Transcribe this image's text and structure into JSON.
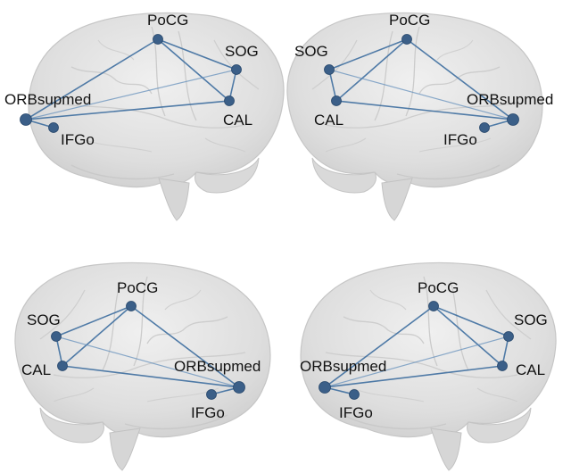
{
  "panels": [
    {
      "view": "left-lateral",
      "nodes": [
        {
          "id": "PoCG",
          "label": "PoCG"
        },
        {
          "id": "SOG",
          "label": "SOG"
        },
        {
          "id": "CAL",
          "label": "CAL"
        },
        {
          "id": "ORBsupmed",
          "label": "ORBsupmed"
        },
        {
          "id": "IFGo",
          "label": "IFGo"
        }
      ]
    },
    {
      "view": "right-lateral",
      "nodes": [
        {
          "id": "PoCG",
          "label": "PoCG"
        },
        {
          "id": "SOG",
          "label": "SOG"
        },
        {
          "id": "CAL",
          "label": "CAL"
        },
        {
          "id": "ORBsupmed",
          "label": "ORBsupmed"
        },
        {
          "id": "IFGo",
          "label": "IFGo"
        }
      ]
    },
    {
      "view": "right-medial",
      "nodes": [
        {
          "id": "PoCG",
          "label": "PoCG"
        },
        {
          "id": "SOG",
          "label": "SOG"
        },
        {
          "id": "CAL",
          "label": "CAL"
        },
        {
          "id": "ORBsupmed",
          "label": "ORBsupmed"
        },
        {
          "id": "IFGo",
          "label": "IFGo"
        }
      ]
    },
    {
      "view": "left-medial",
      "nodes": [
        {
          "id": "PoCG",
          "label": "PoCG"
        },
        {
          "id": "SOG",
          "label": "SOG"
        },
        {
          "id": "CAL",
          "label": "CAL"
        },
        {
          "id": "ORBsupmed",
          "label": "ORBsupmed"
        },
        {
          "id": "IFGo",
          "label": "IFGo"
        }
      ]
    }
  ],
  "edges": [
    [
      "PoCG",
      "SOG"
    ],
    [
      "PoCG",
      "CAL"
    ],
    [
      "PoCG",
      "ORBsupmed"
    ],
    [
      "SOG",
      "CAL"
    ],
    [
      "SOG",
      "ORBsupmed"
    ],
    [
      "CAL",
      "ORBsupmed"
    ],
    [
      "ORBsupmed",
      "IFGo"
    ]
  ],
  "colors": {
    "edge": "#3f6fa0",
    "node": "#3b5f88",
    "brain_fill": "#e3e3e3",
    "brain_stroke": "#c6c6c6",
    "label": "#111111"
  }
}
